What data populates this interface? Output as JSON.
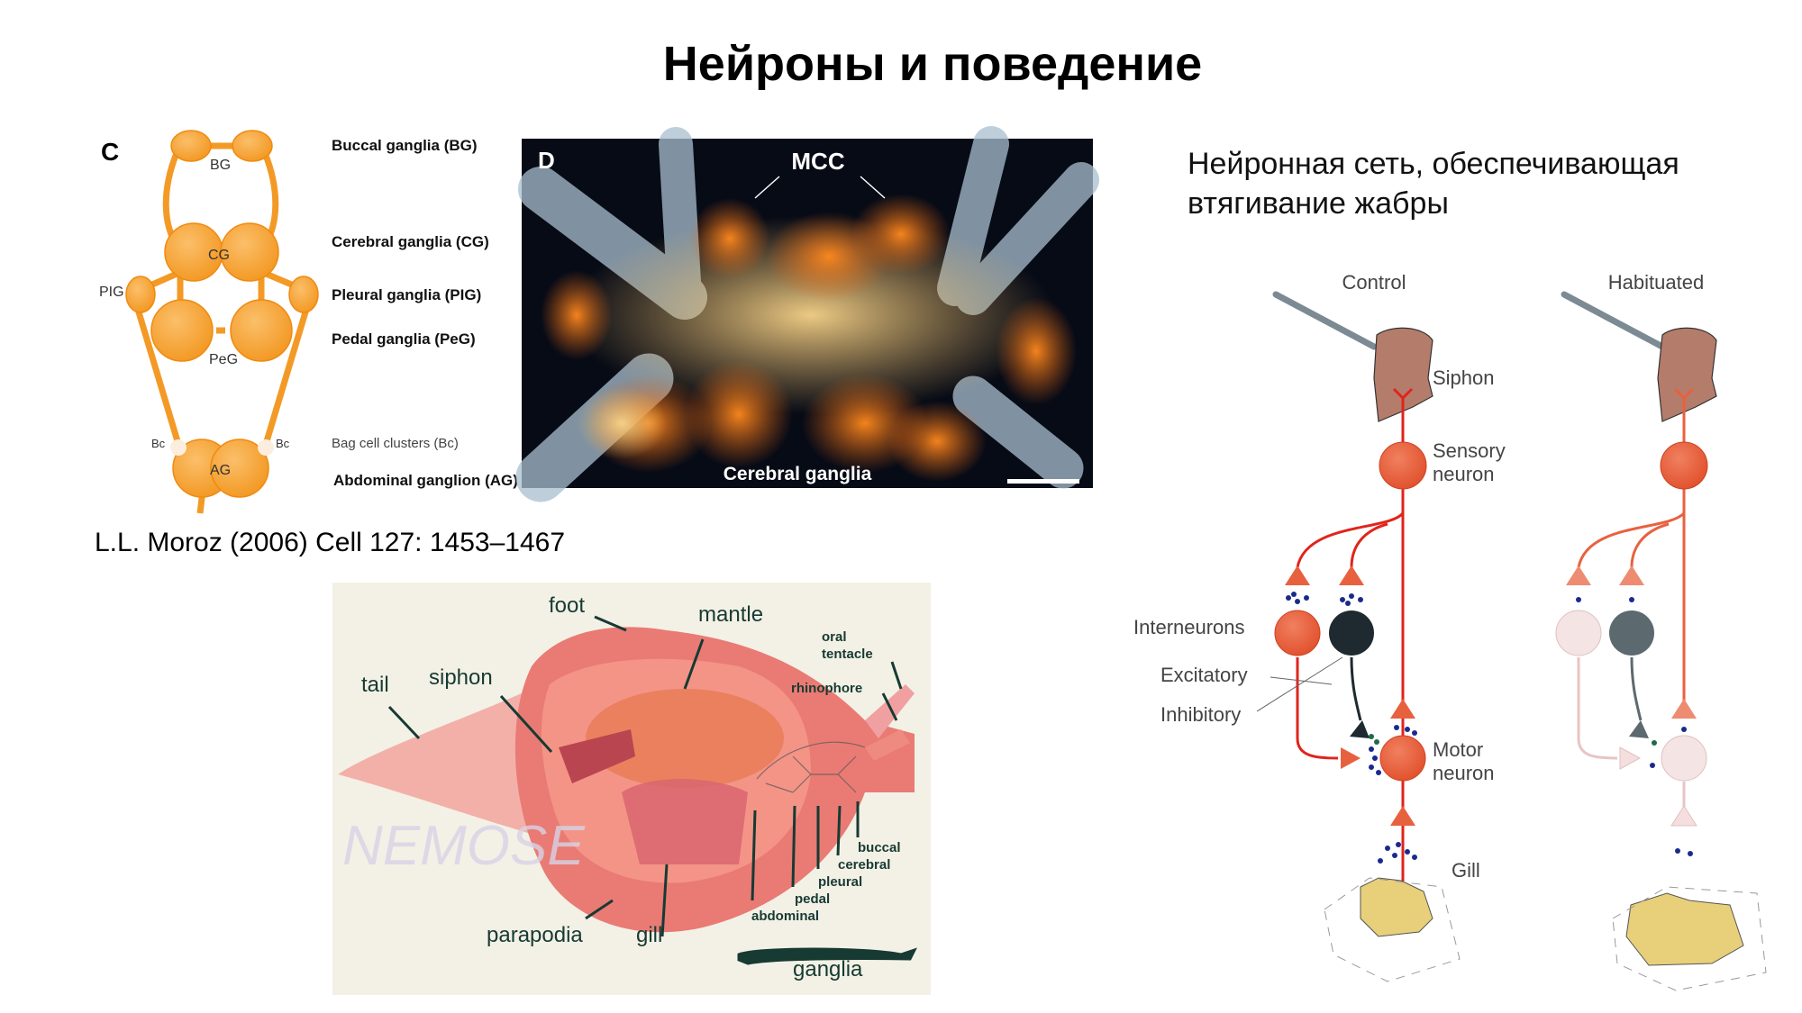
{
  "slide": {
    "title": "Нейроны и поведение",
    "citation": "L.L. Moroz (2006) Cell 127: 1453–1467",
    "right_heading_line1": "Нейронная сеть, обеспечивающая",
    "right_heading_line2": "втягивание жабры"
  },
  "panel_c": {
    "letter": "C",
    "node_labels": {
      "bg": "BG",
      "cg": "CG",
      "pig": "PIG",
      "peg": "PeG",
      "bc": "Bc",
      "ag": "AG"
    },
    "legend": [
      "Buccal ganglia (BG)",
      "Cerebral ganglia (CG)",
      "Pleural ganglia (PIG)",
      "Pedal ganglia (PeG)",
      "Bag cell clusters (Bc)",
      "Abdominal ganglion (AG)"
    ]
  },
  "panel_d": {
    "letter": "D",
    "mcc_label": "MCC",
    "caption": "Cerebral ganglia"
  },
  "aplysia": {
    "labels": {
      "foot": "foot",
      "mantle": "mantle",
      "tail": "tail",
      "siphon": "siphon",
      "oral": "oral",
      "tentacle": "tentacle",
      "rhinophore": "rhinophore",
      "buccal": "buccal",
      "cerebral": "cerebral",
      "pleural": "pleural",
      "pedal": "pedal",
      "abdominal": "abdominal",
      "parapodia": "parapodia",
      "gill": "gill",
      "ganglia": "ganglia"
    },
    "watermark": "NEMOSE"
  },
  "circuit": {
    "control": "Control",
    "habituated": "Habituated",
    "siphon": "Siphon",
    "sensory1": "Sensory",
    "sensory2": "neuron",
    "interneurons": "Interneurons",
    "excitatory": "Excitatory",
    "inhibitory": "Inhibitory",
    "motor1": "Motor",
    "motor2": "neuron",
    "gill": "Gill",
    "colors": {
      "neuron": "#e8613f",
      "axon": "#e0241b",
      "inhibitory": "#1e2a30",
      "faded": "#f0dcdc",
      "gill": "#e8cf7a",
      "siphon": "#b47c6a"
    }
  }
}
